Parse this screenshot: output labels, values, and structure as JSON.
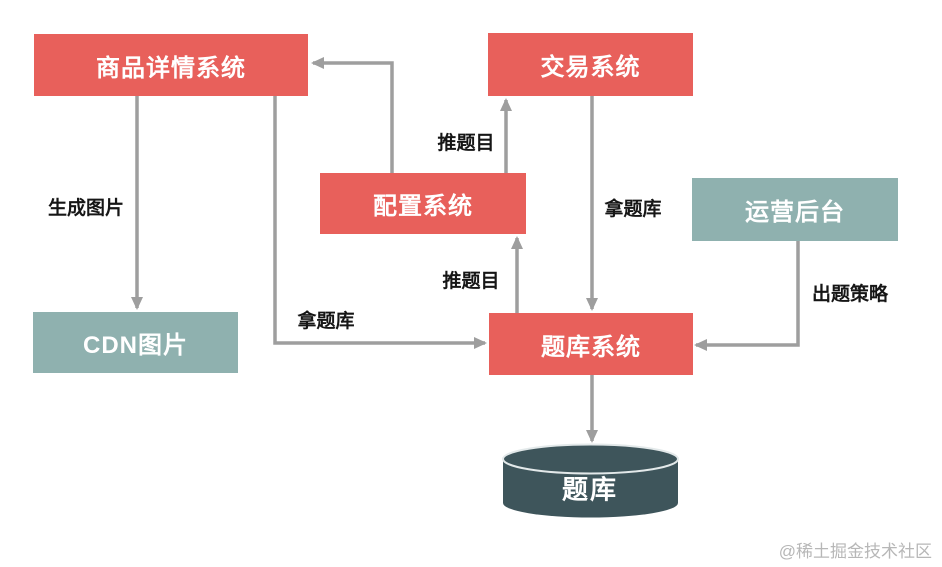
{
  "diagram": {
    "nodes": {
      "product_detail": {
        "label": "商品详情系统",
        "kind": "system"
      },
      "trade": {
        "label": "交易系统",
        "kind": "system"
      },
      "config": {
        "label": "配置系统",
        "kind": "system"
      },
      "ops": {
        "label": "运营后台",
        "kind": "backend"
      },
      "cdn": {
        "label": "CDN图片",
        "kind": "backend"
      },
      "qbank_system": {
        "label": "题库系统",
        "kind": "system"
      },
      "qbank_db": {
        "label": "题库",
        "kind": "database"
      }
    },
    "edge_labels": {
      "generate_image": "生成图片",
      "fetch_bank_left": "拿题库",
      "push_question_top": "推题目",
      "push_question_mid": "推题目",
      "fetch_bank_right": "拿题库",
      "strategy": "出题策略"
    },
    "edges": [
      {
        "from": "商品详情系统",
        "to": "CDN图片",
        "label": "生成图片"
      },
      {
        "from": "商品详情系统",
        "to": "题库系统",
        "label": "拿题库"
      },
      {
        "from": "配置系统",
        "to": "商品详情系统",
        "label": ""
      },
      {
        "from": "配置系统",
        "to": "交易系统",
        "label": "推题目"
      },
      {
        "from": "题库系统",
        "to": "配置系统",
        "label": "推题目"
      },
      {
        "from": "交易系统",
        "to": "题库系统",
        "label": "拿题库"
      },
      {
        "from": "运营后台",
        "to": "题库系统",
        "label": "出题策略"
      },
      {
        "from": "题库系统",
        "to": "题库",
        "label": ""
      }
    ]
  },
  "colors": {
    "node-red": "#e8605b",
    "node-teal": "#8fb1af",
    "db-dark": "#3e555b",
    "arrow-gray": "#9e9e9e",
    "watermark-gray": "#b7b7b7"
  },
  "watermark": "@稀土掘金技术社区"
}
